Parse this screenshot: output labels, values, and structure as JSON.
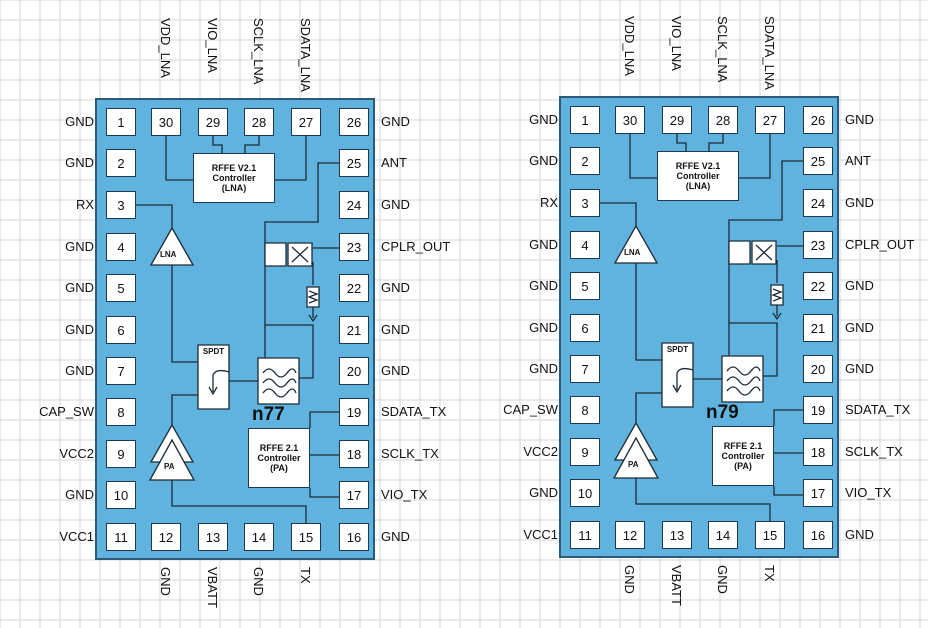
{
  "chips": [
    {
      "band_label": "n77",
      "top_pins": [
        {
          "num": "30",
          "label": "VDD_LNA"
        },
        {
          "num": "29",
          "label": "VIO_LNA"
        },
        {
          "num": "28",
          "label": "SCLK_LNA"
        },
        {
          "num": "27",
          "label": "SDATA_LNA"
        }
      ],
      "left_pins": [
        {
          "num": "1",
          "label": "GND"
        },
        {
          "num": "2",
          "label": "GND"
        },
        {
          "num": "3",
          "label": "RX"
        },
        {
          "num": "4",
          "label": "GND"
        },
        {
          "num": "5",
          "label": "GND"
        },
        {
          "num": "6",
          "label": "GND"
        },
        {
          "num": "7",
          "label": "GND"
        },
        {
          "num": "8",
          "label": "CAP_SW"
        },
        {
          "num": "9",
          "label": "VCC2"
        },
        {
          "num": "10",
          "label": "GND"
        },
        {
          "num": "11",
          "label": "VCC1"
        }
      ],
      "right_pins": [
        {
          "num": "26",
          "label": "GND"
        },
        {
          "num": "25",
          "label": "ANT"
        },
        {
          "num": "24",
          "label": "GND"
        },
        {
          "num": "23",
          "label": "CPLR_OUT"
        },
        {
          "num": "22",
          "label": "GND"
        },
        {
          "num": "21",
          "label": "GND"
        },
        {
          "num": "20",
          "label": "GND"
        },
        {
          "num": "19",
          "label": "SDATA_TX"
        },
        {
          "num": "18",
          "label": "SCLK_TX"
        },
        {
          "num": "17",
          "label": "VIO_TX"
        },
        {
          "num": "16",
          "label": "GND"
        }
      ],
      "bottom_pins": [
        {
          "num": "12",
          "label": "GND"
        },
        {
          "num": "13",
          "label": "VBATT"
        },
        {
          "num": "14",
          "label": "GND"
        },
        {
          "num": "15",
          "label": "TX"
        }
      ],
      "lna_ctrl": [
        "RFFE V2.1",
        "Controller",
        "(LNA)"
      ],
      "pa_ctrl": [
        "RFFE 2.1",
        "Controller",
        "(PA)"
      ],
      "spdt": "SPDT",
      "lna": "LNA",
      "pa": "PA"
    },
    {
      "band_label": "n79",
      "top_pins": [
        {
          "num": "30",
          "label": "VDD_LNA"
        },
        {
          "num": "29",
          "label": "VIO_LNA"
        },
        {
          "num": "28",
          "label": "SCLK_LNA"
        },
        {
          "num": "27",
          "label": "SDATA_LNA"
        }
      ],
      "left_pins": [
        {
          "num": "1",
          "label": "GND"
        },
        {
          "num": "2",
          "label": "GND"
        },
        {
          "num": "3",
          "label": "RX"
        },
        {
          "num": "4",
          "label": "GND"
        },
        {
          "num": "5",
          "label": "GND"
        },
        {
          "num": "6",
          "label": "GND"
        },
        {
          "num": "7",
          "label": "GND"
        },
        {
          "num": "8",
          "label": "CAP_SW"
        },
        {
          "num": "9",
          "label": "VCC2"
        },
        {
          "num": "10",
          "label": "GND"
        },
        {
          "num": "11",
          "label": "VCC1"
        }
      ],
      "right_pins": [
        {
          "num": "26",
          "label": "GND"
        },
        {
          "num": "25",
          "label": "ANT"
        },
        {
          "num": "24",
          "label": "GND"
        },
        {
          "num": "23",
          "label": "CPLR_OUT"
        },
        {
          "num": "22",
          "label": "GND"
        },
        {
          "num": "21",
          "label": "GND"
        },
        {
          "num": "20",
          "label": "GND"
        },
        {
          "num": "19",
          "label": "SDATA_TX"
        },
        {
          "num": "18",
          "label": "SCLK_TX"
        },
        {
          "num": "17",
          "label": "VIO_TX"
        },
        {
          "num": "16",
          "label": "GND"
        }
      ],
      "bottom_pins": [
        {
          "num": "12",
          "label": "GND"
        },
        {
          "num": "13",
          "label": "VBATT"
        },
        {
          "num": "14",
          "label": "GND"
        },
        {
          "num": "15",
          "label": "TX"
        }
      ],
      "lna_ctrl": [
        "RFFE V2.1",
        "Controller",
        "(LNA)"
      ],
      "pa_ctrl": [
        "RFFE 2.1",
        "Controller",
        "(PA)"
      ],
      "spdt": "SPDT",
      "lna": "LNA",
      "pa": "PA"
    }
  ],
  "colors": {
    "chip_fill": "#5fb3de",
    "chip_border": "#2c5a7a",
    "grid_line": "#d6d6d6"
  },
  "icons": [
    "lna-amplifier-icon",
    "pa-amplifier-icon",
    "spdt-switch-icon",
    "filter-icon",
    "coupler-icon",
    "resistor-icon",
    "ground-arrow-icon"
  ]
}
